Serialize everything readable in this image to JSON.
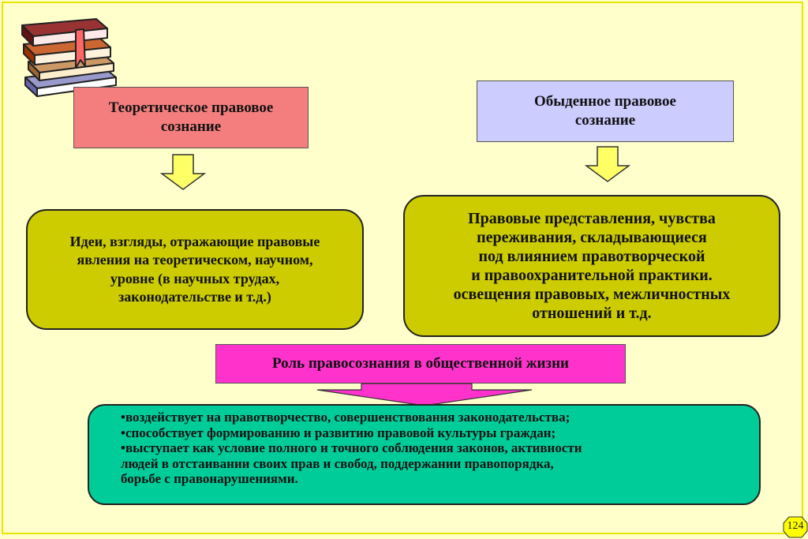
{
  "theoretical": {
    "title": "Теоретическое правовое\nсознание",
    "description": "Идеи, взгляды, отражающие правовые\nявления на теоретическом, научном,\nуровне (в научных трудах,\nзаконодательстве и т.д.)"
  },
  "everyday": {
    "title": "Обыденное правовое\nсознание",
    "description": "Правовые представления, чувства\nпереживания, складывающиеся\nпод влиянием правотворческой\nи правоохранительной практики.\nосвещения правовых, межличностных\nотношений и т.д."
  },
  "role": {
    "title": "Роль правосознания в общественной жизни",
    "items": [
      "•воздействует на  правотворчество, совершенствования законодательства;",
      "•способствует   формированию и развитию правовой культуры граждан;",
      "•выступает как условие полного и точного соблюдения законов, активности\nлюдей в отстаивании своих прав и свобод, поддержании правопорядка,\nборьбе с правонарушениями."
    ]
  },
  "page_number": "124",
  "icons": {
    "books": "books-icon"
  },
  "colors": {
    "background": "#ffffcc",
    "theoretical_title": "#f47e7e",
    "everyday_title": "#ccccff",
    "description": "#cccc00",
    "role_title": "#ff33cc",
    "effects": "#00cc99",
    "arrow_yellow": "#ffff66",
    "arrow_pink": "#ff33cc"
  }
}
